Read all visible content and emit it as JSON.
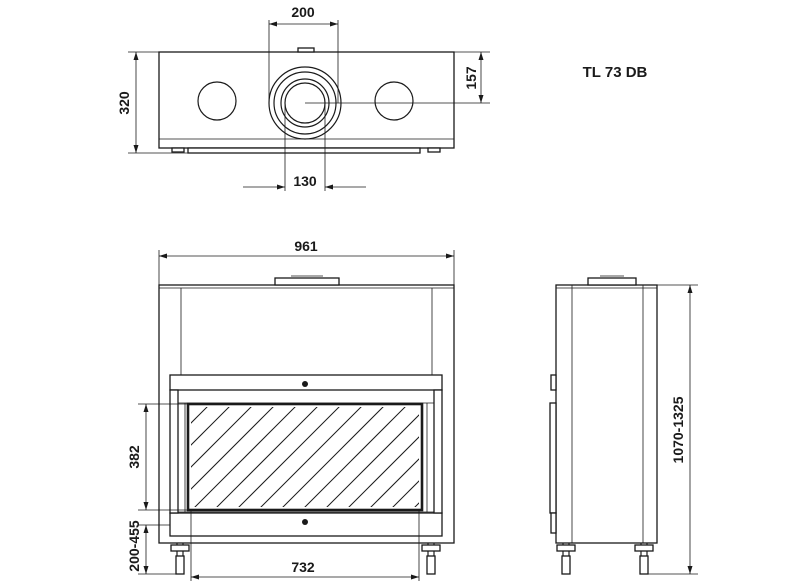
{
  "title": "TL 73 DB",
  "dimensions": {
    "top_flue_width": "200",
    "top_depth": "320",
    "top_flue_offset": "157",
    "top_inner_diameter": "130",
    "front_width": "961",
    "front_glass_height": "382",
    "front_leg_height": "200-455",
    "front_glass_width": "732",
    "side_total_height": "1070-1325"
  },
  "colors": {
    "line": "#1a1a1a",
    "background": "#ffffff"
  }
}
